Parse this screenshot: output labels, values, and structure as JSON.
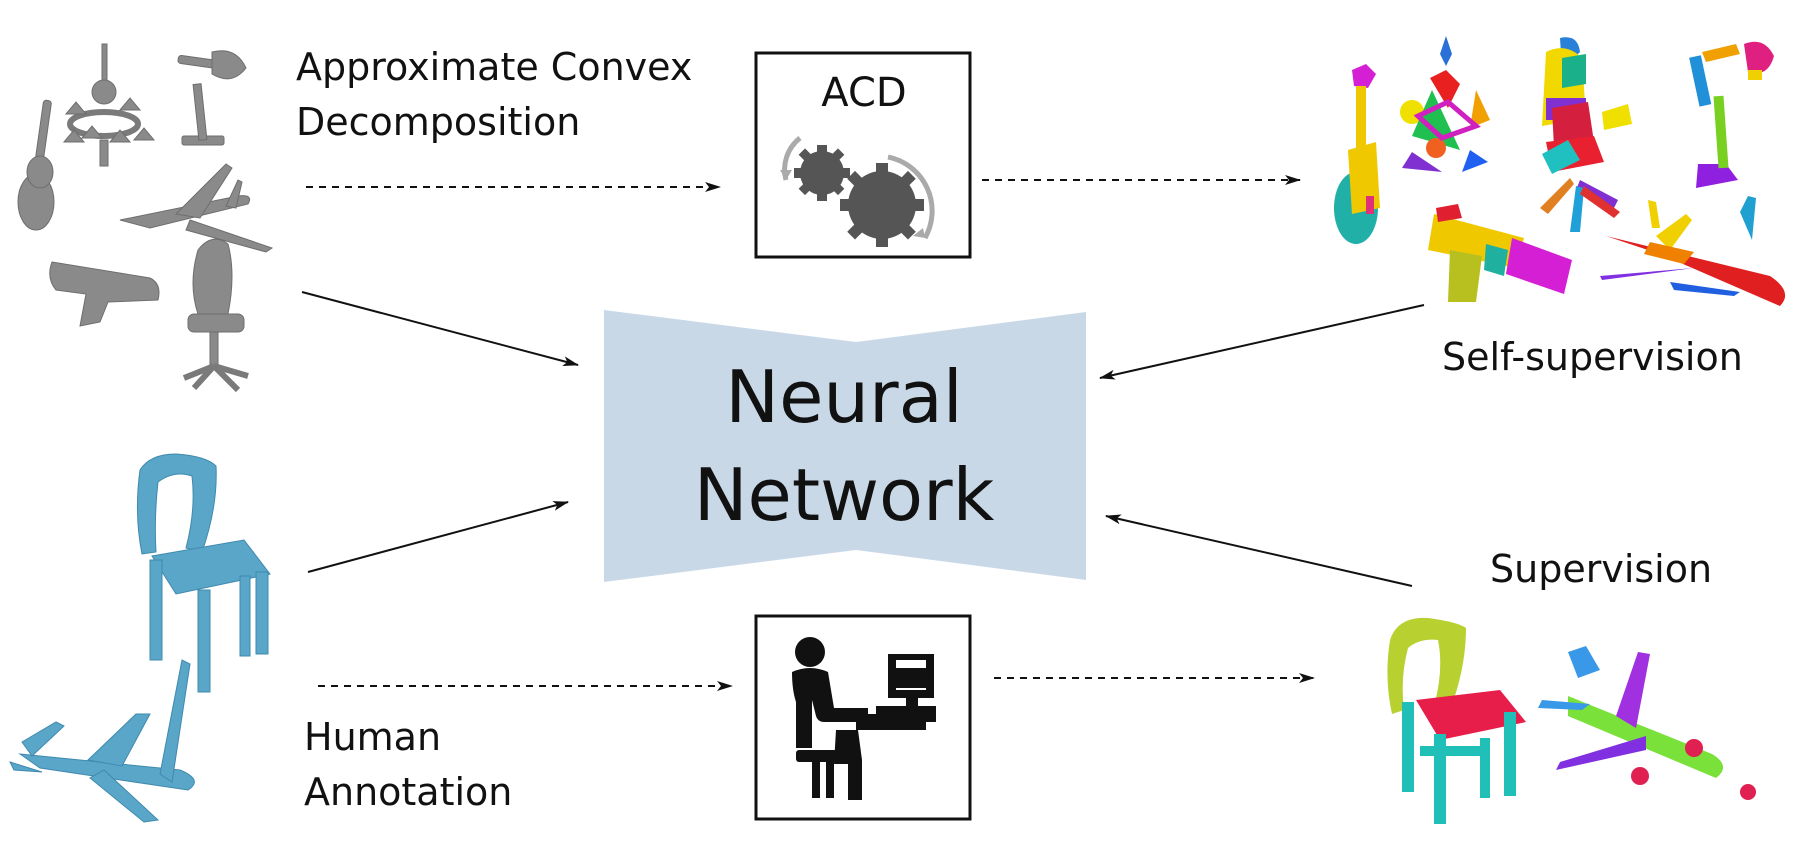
{
  "center": {
    "line1": "Neural",
    "line2": "Network"
  },
  "acd_box": {
    "title": "ACD",
    "icon": "gears-icon"
  },
  "human_box": {
    "icon": "person-at-computer-icon"
  },
  "labels": {
    "acd_line1": "Approximate Convex",
    "acd_line2": "Decomposition",
    "self_supervision": "Self-supervision",
    "supervision": "Supervision",
    "human_line1": "Human",
    "human_line2": "Annotation"
  },
  "colors": {
    "network_fill": "#c9d8e6",
    "input_gray": "#8a8a8a",
    "input_blue": "#5aa6c8",
    "arrow": "#111111"
  },
  "shapes": {
    "gray_inputs": [
      "guitar-icon",
      "chandelier-icon",
      "lamp-icon",
      "airplane-icon",
      "gun-icon",
      "office-chair-icon"
    ],
    "blue_inputs": [
      "chair-icon",
      "airplane-icon"
    ],
    "acd_outputs": [
      "guitar-icon",
      "chandelier-icon",
      "office-chair-icon",
      "lamp-icon",
      "gun-icon",
      "airplane-icon"
    ],
    "human_outputs": [
      "chair-icon",
      "airplane-icon"
    ]
  }
}
